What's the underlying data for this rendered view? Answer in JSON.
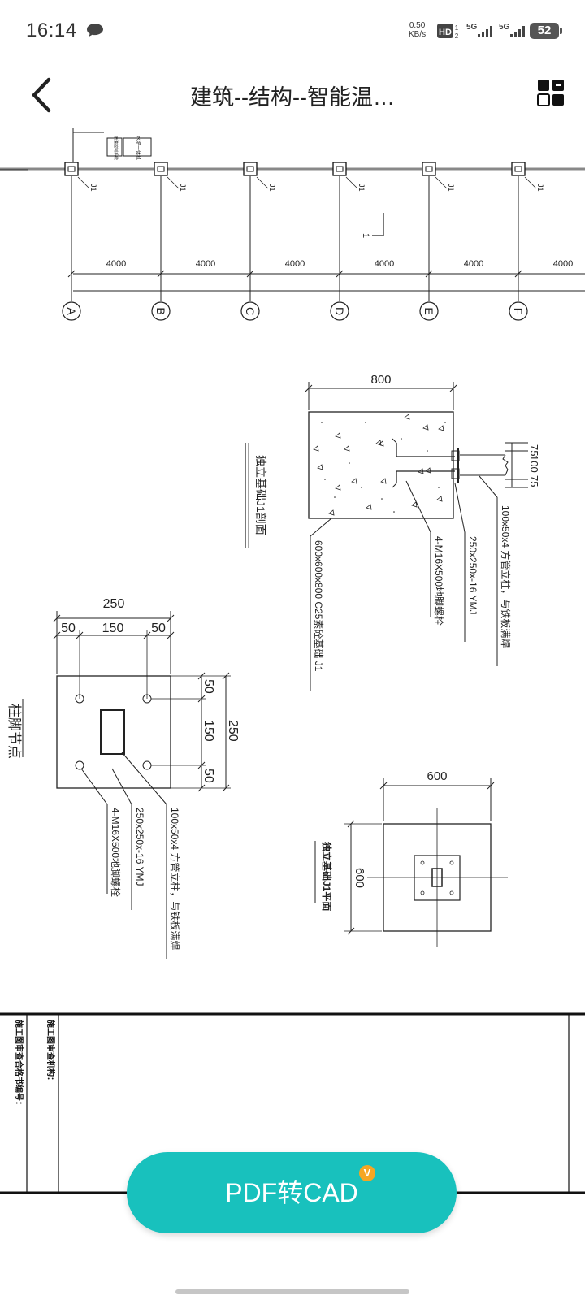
{
  "status_bar": {
    "time": "16:14",
    "net_rate_value": "0.50",
    "net_rate_unit": "KB/s",
    "hd_label": "HD",
    "signal1_label": "5G",
    "signal2_label": "5G",
    "battery": "52"
  },
  "header": {
    "title": "建筑--结构--智能温…"
  },
  "drawing": {
    "axis_labels": [
      "A",
      "B",
      "C",
      "D",
      "E",
      "F"
    ],
    "spans": [
      "4000",
      "4000",
      "4000",
      "4000",
      "4000",
      "4000"
    ],
    "column_tag": "J1",
    "section_marker": "1",
    "legend_box_1": "水肥一体机",
    "legend_box_2": "喷灌控制系统",
    "section_view": {
      "title": "独立基础J1剖面",
      "width_dim": "800",
      "right_dims": [
        "75",
        "100",
        "75"
      ],
      "labels": [
        "100x50x4 方管立柱，与铁板满焊",
        "250x250x-16 YMJ",
        "4-M16X500地脚螺栓",
        "600x600x800 C25素砼基础 J1"
      ]
    },
    "base_plate": {
      "title": "柱脚节点",
      "top_total": "250",
      "top_parts": [
        "50",
        "150",
        "50"
      ],
      "side_total": "250",
      "side_parts": [
        "50",
        "150",
        "50"
      ],
      "labels": [
        "100x50x4 方管立柱，与铁板满焊",
        "250x250x-16 YMJ",
        "4-M16X500地脚螺栓"
      ]
    },
    "plan_view": {
      "title": "独立基础J1平面",
      "width_dim": "600",
      "height_dim": "600"
    },
    "title_block": {
      "review_agency": "施工图审查机构：",
      "certificate_no": "施工图审查合格书编号："
    }
  },
  "fab": {
    "label": "PDF转CAD",
    "badge": "V"
  },
  "colors": {
    "accent": "#18c1bd",
    "badge": "#f5a623"
  }
}
